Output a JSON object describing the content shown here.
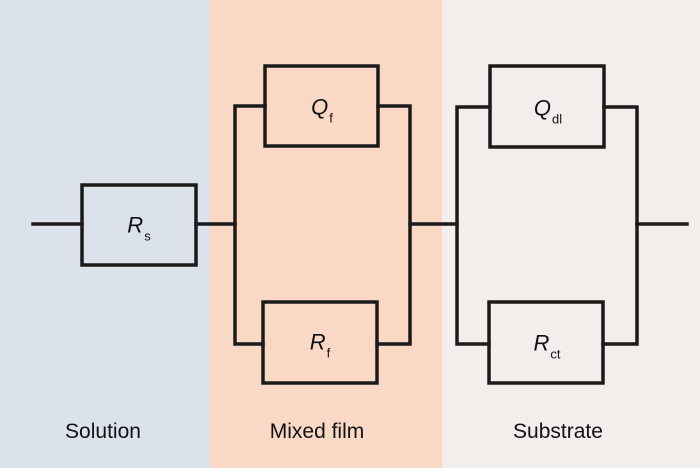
{
  "regions": {
    "solution": {
      "label": "Solution",
      "color": "#dbe2ec"
    },
    "film": {
      "label": "Mixed film",
      "color": "#f9d9c5"
    },
    "substrate": {
      "label": "Substrate",
      "color": "#f2eeeb"
    }
  },
  "elements": {
    "rs": {
      "symbol": "R",
      "subscript": "s"
    },
    "qf": {
      "symbol": "Q",
      "subscript": "f"
    },
    "rf": {
      "symbol": "R",
      "subscript": "f"
    },
    "qdl": {
      "symbol": "Q",
      "subscript": "dl"
    },
    "rct": {
      "symbol": "R",
      "subscript": "ct"
    }
  }
}
